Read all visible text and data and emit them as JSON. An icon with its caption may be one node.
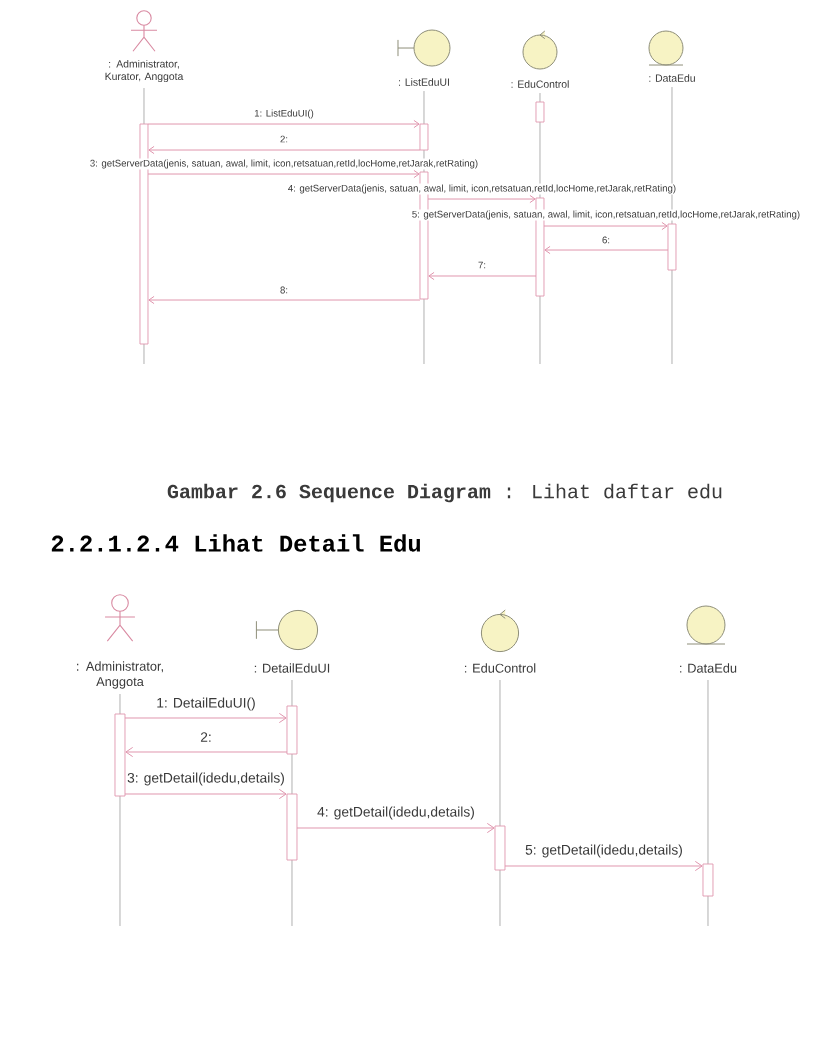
{
  "diagram": {
    "title": "2.2.1.2.4 Lihat Detail Edu",
    "caption": "**Gambar 2.6 Sequence Diagram** : Lihat daftar edu",
    "nodes": [
      {
        "text": [
          ": Administrator, Kurator, Anggota"
        ]
      },
      {
        "text": [
          ": ListEduUI"
        ]
      },
      {
        "text": [
          ": EduControl"
        ]
      },
      {
        "text": [
          ": DataEdu"
        ]
      },
      {
        "text": [
          ": Administrator, Anggota"
        ]
      },
      {
        "text": [
          ": DetailEduUI"
        ]
      },
      {
        "text": [
          ": EduControl"
        ]
      },
      {
        "text": [
          ": DataEdu"
        ]
      }
    ],
    "edges": [
      {
        "from": 0,
        "to": 1,
        "arrow": "to",
        "label": "1: ListEduUI()"
      },
      {
        "from": 1,
        "to": 0,
        "arrow": "to",
        "label": "2:"
      },
      {
        "from": 0,
        "to": 1,
        "arrow": "to",
        "label": "3: getServerData(jenis, satuan, awal, limit, icon,retsatuan,retId,locHome,retJarak,retRating)"
      },
      {
        "from": 1,
        "to": 2,
        "arrow": "to",
        "label": "4: getServerData(jenis, satuan, awal, limit, icon,retsatuan,retId,locHome,retJarak,retRating)"
      },
      {
        "from": 2,
        "to": 3,
        "arrow": "to",
        "label": "5: getServerData(jenis, satuan, awal, limit, icon,retsatuan,retId,locHome,retJarak,retRating)"
      },
      {
        "from": 3,
        "to": 2,
        "arrow": "to",
        "label": "6:"
      },
      {
        "from": 2,
        "to": 1,
        "arrow": "to",
        "label": "7:"
      },
      {
        "from": 1,
        "to": 0,
        "arrow": "to",
        "label": "8:"
      },
      {
        "from": 4,
        "to": 5,
        "arrow": "to",
        "label": "1: DetailEduUI()"
      },
      {
        "from": 5,
        "to": 4,
        "arrow": "to",
        "label": "2:"
      },
      {
        "from": 4,
        "to": 5,
        "arrow": "to",
        "label": "3: getDetail(idedu,details)"
      },
      {
        "from": 5,
        "to": 6,
        "arrow": "to",
        "label": "4: getDetail(idedu,details)"
      },
      {
        "from": 6,
        "to": 7,
        "arrow": "to",
        "label": "5: getDetail(idedu,details)"
      }
    ]
  }
}
